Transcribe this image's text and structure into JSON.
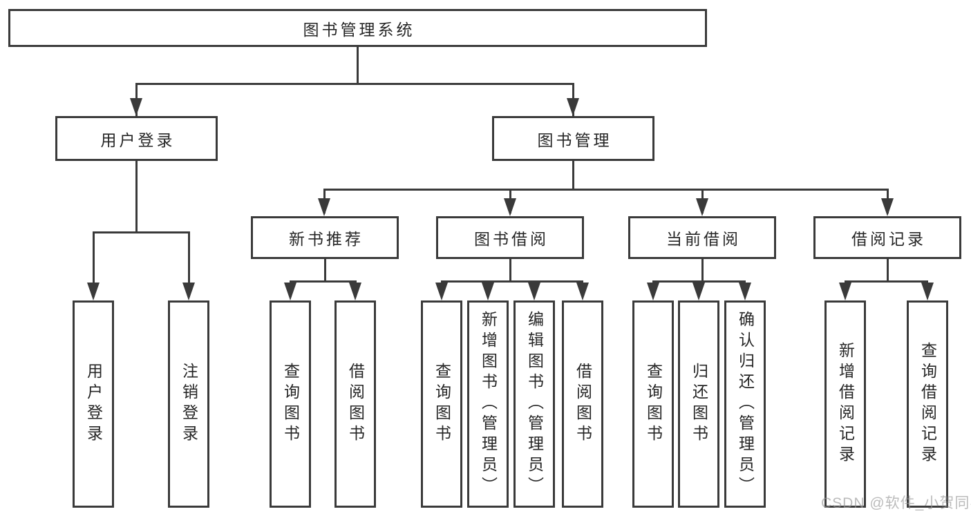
{
  "diagram": {
    "root": {
      "label": "图书管理系统"
    },
    "branches": [
      {
        "label": "用户登录",
        "children": [
          {
            "label": "用户登录"
          },
          {
            "label": "注销登录"
          }
        ]
      },
      {
        "label": "图书管理",
        "children": [
          {
            "label": "新书推荐",
            "children": [
              {
                "label": "查询图书"
              },
              {
                "label": "借阅图书"
              }
            ]
          },
          {
            "label": "图书借阅",
            "children": [
              {
                "label": "查询图书"
              },
              {
                "label": "新增图书（管理员）"
              },
              {
                "label": "编辑图书（管理员）"
              },
              {
                "label": "借阅图书"
              }
            ]
          },
          {
            "label": "当前借阅",
            "children": [
              {
                "label": "查询图书"
              },
              {
                "label": "归还图书"
              },
              {
                "label": "确认归还（管理员）"
              }
            ]
          },
          {
            "label": "借阅记录",
            "children": [
              {
                "label": "新增借阅记录"
              },
              {
                "label": "查询借阅记录"
              }
            ]
          }
        ]
      }
    ]
  },
  "watermark": {
    "text": "CSDN @软件_小贺同学",
    "color": "#c5c5c5"
  },
  "colors": {
    "line": "#3a3a3a",
    "border": "#3a3a3a",
    "text": "#262626",
    "background": "#ffffff"
  }
}
